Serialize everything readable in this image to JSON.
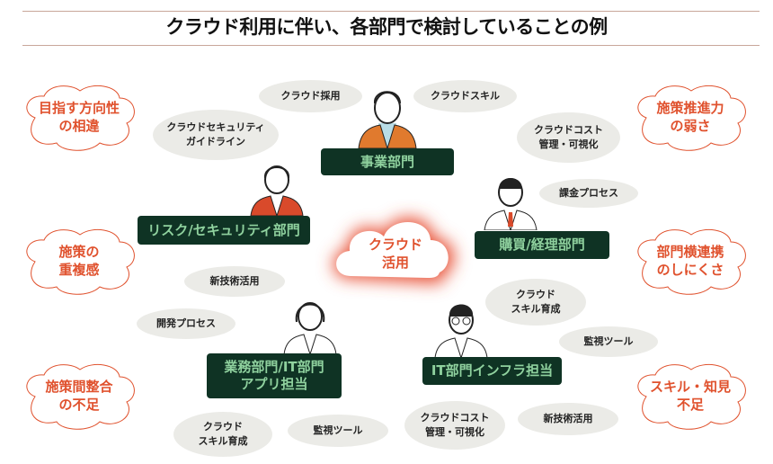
{
  "title": "クラウド利用に伴い、各部門で検討していることの例",
  "center": "クラウド\n活用",
  "concerns": [
    "目指す方向性\nの相違",
    "施策の\n重複感",
    "施策間整合\nの不足",
    "施策推進力\nの弱さ",
    "部門横連携\nのしにくさ",
    "スキル・知見\n不足"
  ],
  "departments": [
    "事業部門",
    "リスク/セキュリティ部門",
    "購買/経理部門",
    "業務部門/IT部門\nアプリ担当",
    "IT部門インフラ担当"
  ],
  "bubbles": [
    "クラウド採用",
    "クラウドスキル",
    "クラウドセキュリティ\nガイドライン",
    "クラウドコスト\n管理・可視化",
    "課金プロセス",
    "新技術活用",
    "開発プロセス",
    "クラウド\nスキル育成",
    "監視ツール",
    "クラウド\nスキル育成",
    "監視ツール",
    "クラウドコスト\n管理・可視化",
    "新技術活用"
  ],
  "colors": {
    "accent": "#e0522e",
    "dept_bg": "#0f3324",
    "dept_text": "#8fd19e",
    "bubble": "#ebebe7"
  }
}
